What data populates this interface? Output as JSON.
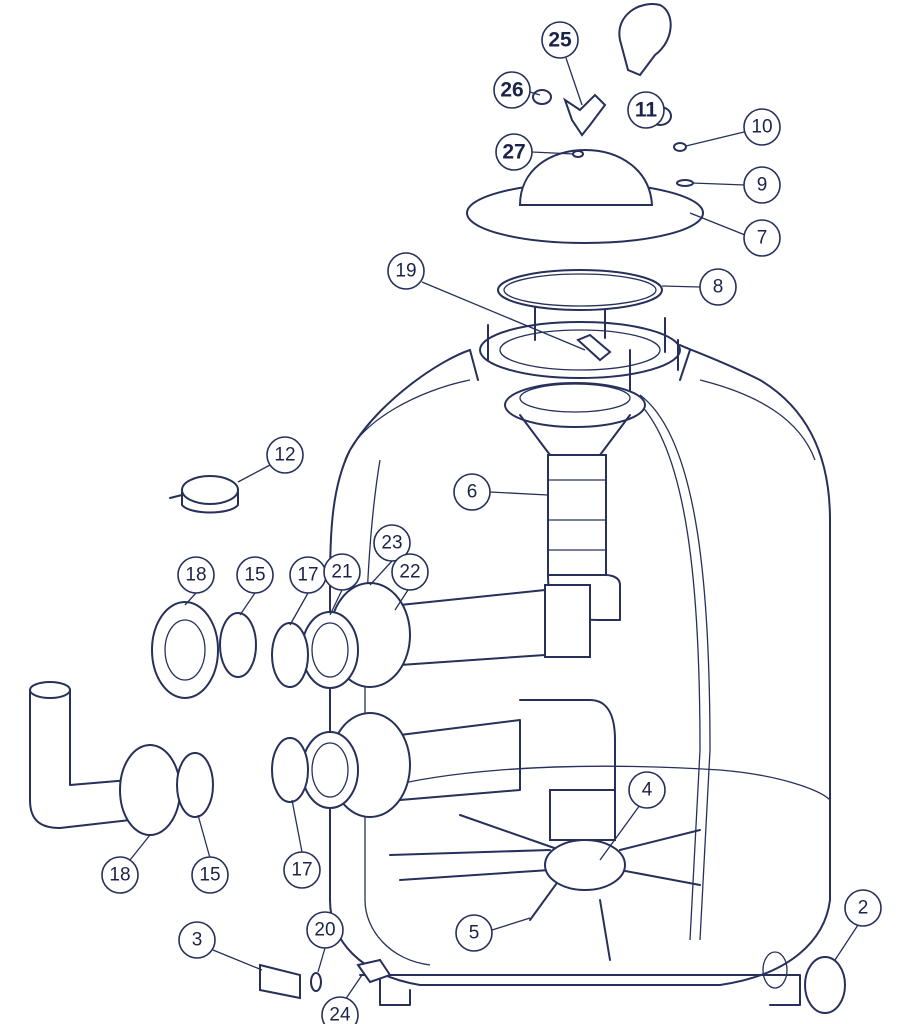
{
  "title": "Sand filter exploded parts diagram",
  "callouts": {
    "p25": "25",
    "p26": "26",
    "p11": "11",
    "p10": "10",
    "p27": "27",
    "p9": "9",
    "p7": "7",
    "p19": "19",
    "p8": "8",
    "p12": "12",
    "p6": "6",
    "p18a": "18",
    "p15a": "15",
    "p17a": "17",
    "p21": "21",
    "p23": "23",
    "p22": "22",
    "p4": "4",
    "p18b": "18",
    "p15b": "15",
    "p17b": "17",
    "p20": "20",
    "p3": "3",
    "p5": "5",
    "p2": "2",
    "p24": "24"
  },
  "colors": {
    "line": "#26305a",
    "background": "#ffffff"
  }
}
